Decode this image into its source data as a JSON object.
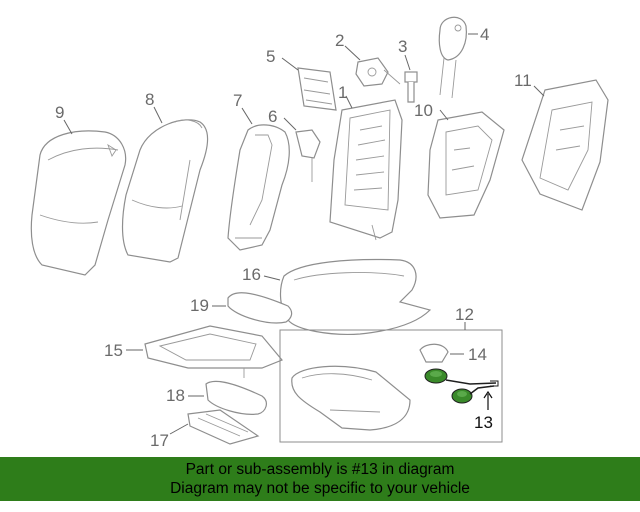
{
  "callouts": {
    "c1": "1",
    "c2": "2",
    "c3": "3",
    "c4": "4",
    "c5": "5",
    "c6": "6",
    "c7": "7",
    "c8": "8",
    "c9": "9",
    "c10": "10",
    "c11": "11",
    "c12": "12",
    "c13": "13",
    "c14": "14",
    "c15": "15",
    "c16": "16",
    "c17": "17",
    "c18": "18",
    "c19": "19"
  },
  "highlight_part": "13",
  "colors": {
    "highlight": "#3a8a2a",
    "banner": "#2e7d1a",
    "line": "#8e8e8e"
  },
  "banner": {
    "line1": "Part or sub-assembly is #13 in diagram",
    "line2": "Diagram may not be specific to your vehicle"
  }
}
